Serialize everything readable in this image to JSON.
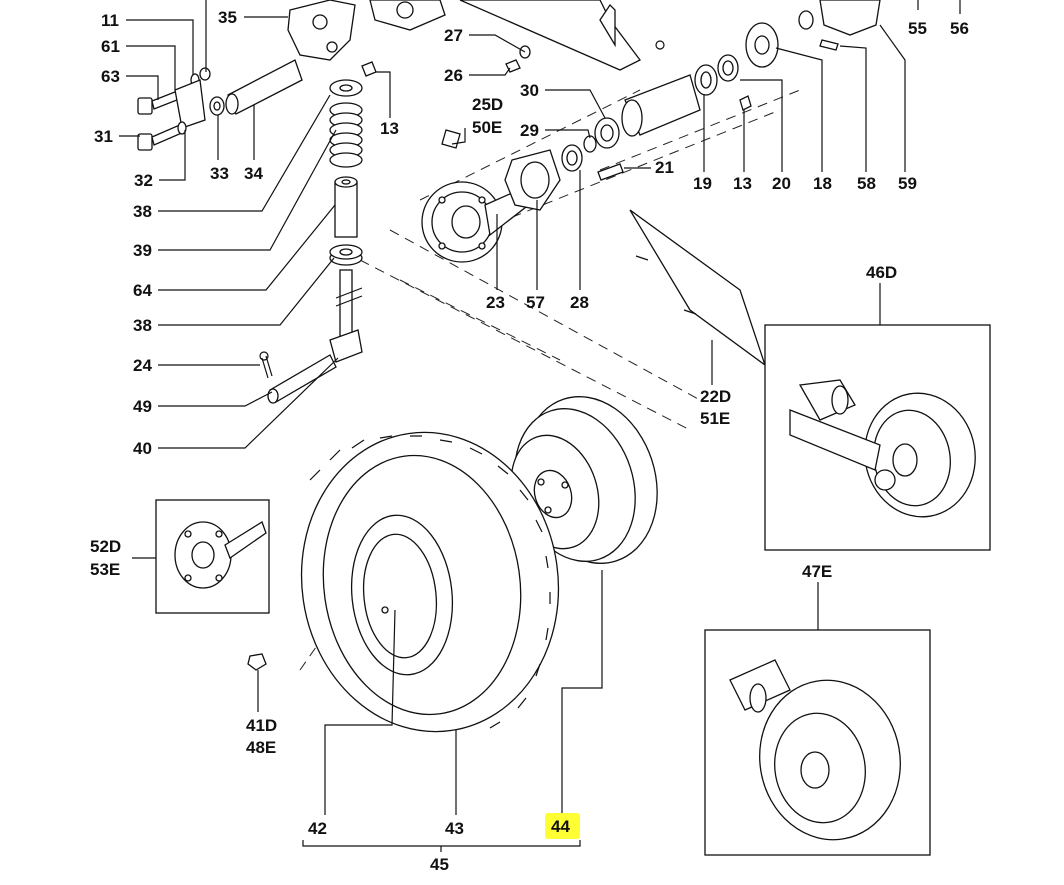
{
  "labels": {
    "p11": "11",
    "p61": "61",
    "p63": "63",
    "p31": "31",
    "p32": "32",
    "p35": "35",
    "p33": "33",
    "p34": "34",
    "p13a": "13",
    "p38a": "38",
    "p39": "39",
    "p64": "64",
    "p38b": "38",
    "p24": "24",
    "p49": "49",
    "p40": "40",
    "p27": "27",
    "p26": "26",
    "p30": "30",
    "p25d": "25D",
    "p50e": "50E",
    "p29": "29",
    "p21": "21",
    "p23": "23",
    "p57": "57",
    "p28": "28",
    "p55": "55",
    "p56": "56",
    "p19": "19",
    "p13b": "13",
    "p20": "20",
    "p18": "18",
    "p58": "58",
    "p59": "59",
    "p22d": "22D",
    "p51e": "51E",
    "p46d": "46D",
    "p47e": "47E",
    "p52d": "52D",
    "p53e": "53E",
    "p41d": "41D",
    "p48e": "48E",
    "p42": "42",
    "p43": "43",
    "p44": "44",
    "p45": "45"
  },
  "highlight": {
    "label": "44",
    "color": "#ffff33"
  }
}
